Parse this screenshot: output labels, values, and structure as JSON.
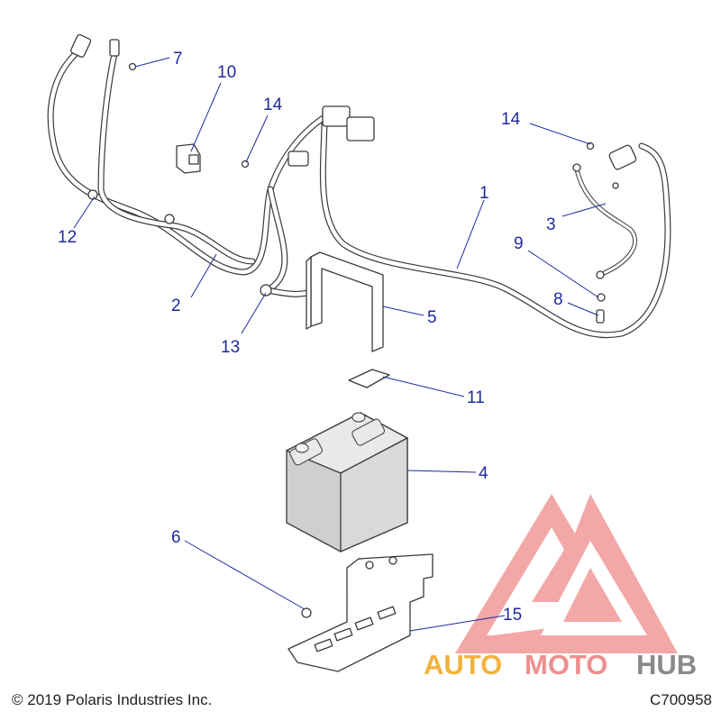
{
  "diagram": {
    "callouts": [
      {
        "id": "1",
        "label": "1"
      },
      {
        "id": "2",
        "label": "2"
      },
      {
        "id": "3",
        "label": "3"
      },
      {
        "id": "4",
        "label": "4"
      },
      {
        "id": "5",
        "label": "5"
      },
      {
        "id": "6",
        "label": "6"
      },
      {
        "id": "7",
        "label": "7"
      },
      {
        "id": "8",
        "label": "8"
      },
      {
        "id": "9",
        "label": "9"
      },
      {
        "id": "10",
        "label": "10"
      },
      {
        "id": "11",
        "label": "11"
      },
      {
        "id": "12",
        "label": "12"
      },
      {
        "id": "13",
        "label": "13"
      },
      {
        "id": "14a",
        "label": "14"
      },
      {
        "id": "14b",
        "label": "14"
      },
      {
        "id": "15",
        "label": "15"
      }
    ],
    "callout_color": "#1f2a9c"
  },
  "footer": {
    "copyright": "© 2019 Polaris Industries Inc.",
    "code": "C700958"
  },
  "watermark": {
    "part1": "AUTO",
    "part2": "MOTO",
    "part3": "HUB",
    "colors": {
      "auto": "#f3b23c",
      "moto": "#ee8f8f",
      "hub": "#8a8a8a",
      "logo": "#ef7b7b"
    }
  }
}
